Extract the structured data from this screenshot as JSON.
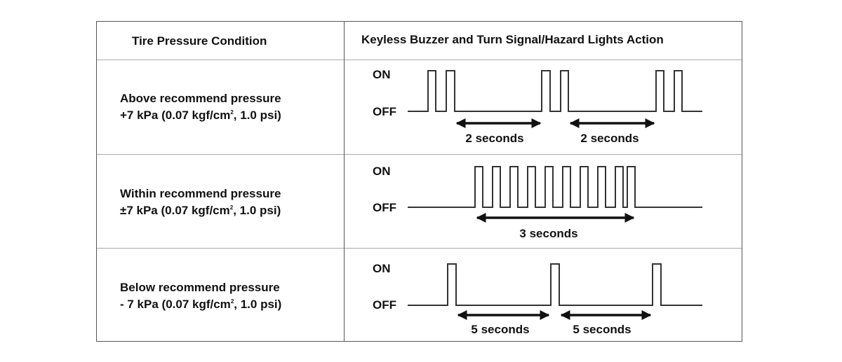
{
  "header": {
    "col1": "Tire Pressure Condition",
    "col2": "Keyless Buzzer and Turn Signal/Hazard Lights Action"
  },
  "rows": [
    {
      "line1": "Above recommend pressure",
      "line2_pre": "+7 kPa (0.07 kgf/cm",
      "sup": "2",
      "line2_post": ", 1.0 psi)",
      "on": "ON",
      "off": "OFF",
      "interval_labels": [
        "2 seconds",
        "2 seconds"
      ]
    },
    {
      "line1": "Within recommend pressure",
      "line2_pre": "±7 kPa (0.07 kgf/cm",
      "sup": "2",
      "line2_post": ", 1.0 psi)",
      "on": "ON",
      "off": "OFF",
      "interval_labels": [
        "3 seconds"
      ]
    },
    {
      "line1": "Below recommend pressure",
      "line2_pre": "- 7 kPa (0.07 kgf/cm",
      "sup": "2",
      "line2_post": ", 1.0 psi)",
      "on": "ON",
      "off": "OFF",
      "interval_labels": [
        "5 seconds",
        "5 seconds"
      ]
    }
  ],
  "colors": {
    "line": "#333333",
    "border": "#555555",
    "divider": "#aaaaaa"
  }
}
